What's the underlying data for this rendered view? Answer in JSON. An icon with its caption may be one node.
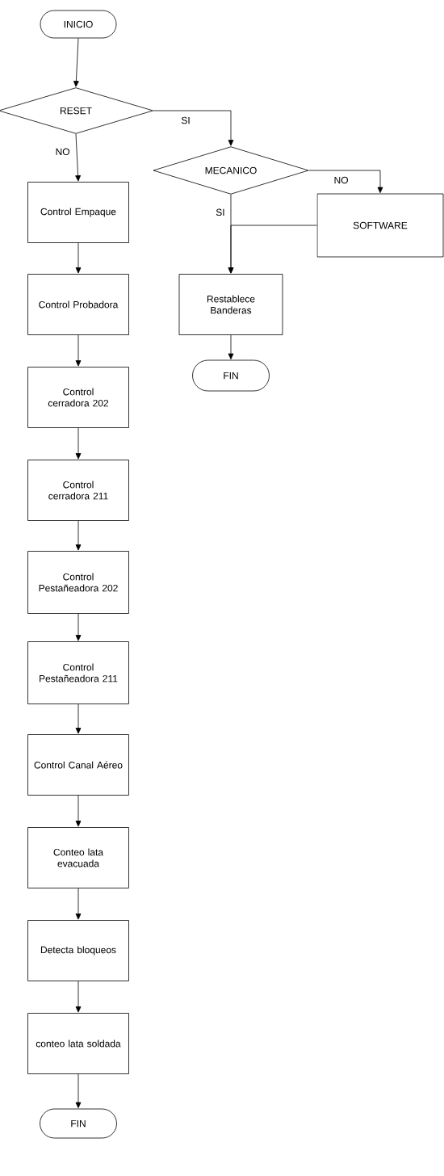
{
  "diagram": {
    "nodes": [
      {
        "text": [
          "INICIO"
        ]
      },
      {
        "text": [
          "RESET"
        ]
      },
      {
        "text": [
          "MECANICO"
        ]
      },
      {
        "text": [
          "SOFTWARE"
        ]
      },
      {
        "text": [
          "Control Empaque"
        ]
      },
      {
        "text": [
          "Restablece Banderas"
        ]
      },
      {
        "text": [
          "FIN"
        ]
      },
      {
        "text": [
          "Control Probadora"
        ]
      },
      {
        "text": [
          "Control cerradora 202"
        ]
      },
      {
        "text": [
          "Control cerradora 211"
        ]
      },
      {
        "text": [
          "Control Pestañeadora 202"
        ]
      },
      {
        "text": [
          "Control Pestañeadora 211"
        ]
      },
      {
        "text": [
          "Control Canal Aéreo"
        ]
      },
      {
        "text": [
          "Conteo lata evacuada"
        ]
      },
      {
        "text": [
          "Detecta bloqueos"
        ]
      },
      {
        "text": [
          "conteo lata soldada"
        ]
      },
      {
        "text": [
          "FIN"
        ]
      }
    ],
    "edges": [
      {
        "from": 0,
        "to": 1,
        "arrow": "to"
      },
      {
        "from": 1,
        "to": 4,
        "arrow": "to",
        "label": "NO"
      },
      {
        "from": 1,
        "to": 2,
        "arrow": "to",
        "label": "SI"
      },
      {
        "from": 2,
        "to": 3,
        "arrow": "to",
        "label": "NO"
      },
      {
        "from": 2,
        "to": 5,
        "arrow": "to",
        "label": "SI"
      },
      {
        "from": 3,
        "to": 5,
        "arrow": "to"
      },
      {
        "from": 5,
        "to": 6,
        "arrow": "to"
      },
      {
        "from": 4,
        "to": 7,
        "arrow": "to"
      },
      {
        "from": 7,
        "to": 8,
        "arrow": "to"
      },
      {
        "from": 8,
        "to": 9,
        "arrow": "to"
      },
      {
        "from": 9,
        "to": 10,
        "arrow": "to"
      },
      {
        "from": 10,
        "to": 11,
        "arrow": "to"
      },
      {
        "from": 11,
        "to": 12,
        "arrow": "to"
      },
      {
        "from": 12,
        "to": 13,
        "arrow": "to"
      },
      {
        "from": 13,
        "to": 14,
        "arrow": "to"
      },
      {
        "from": 14,
        "to": 15,
        "arrow": "to"
      },
      {
        "from": 15,
        "to": 16,
        "arrow": "to"
      }
    ]
  }
}
